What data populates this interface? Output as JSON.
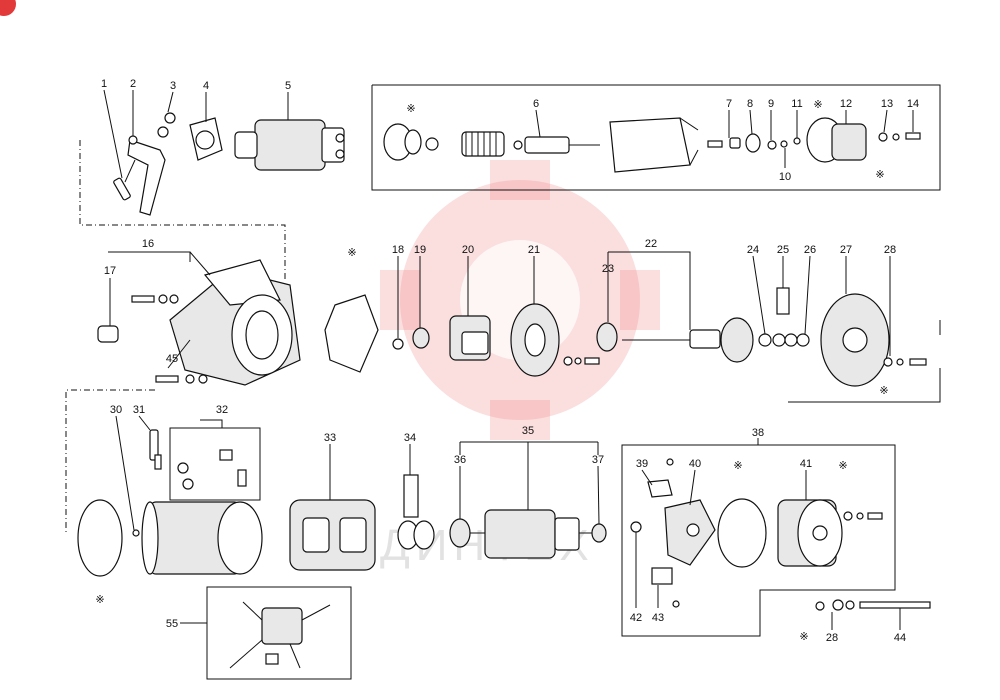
{
  "watermark": {
    "text": "ДИНТЕХ",
    "color": "#f08a8a"
  },
  "corner_badge": {
    "color": "#e23a3a"
  },
  "asterisk": "※",
  "labels": [
    "1",
    "2",
    "3",
    "4",
    "5",
    "6",
    "7",
    "8",
    "9",
    "10",
    "11",
    "12",
    "13",
    "14",
    "16",
    "17",
    "18",
    "19",
    "20",
    "21",
    "22",
    "23",
    "24",
    "25",
    "26",
    "27",
    "28",
    "30",
    "31",
    "32",
    "33",
    "34",
    "35",
    "36",
    "37",
    "38",
    "39",
    "40",
    "41",
    "42",
    "43",
    "44",
    "45",
    "55"
  ]
}
